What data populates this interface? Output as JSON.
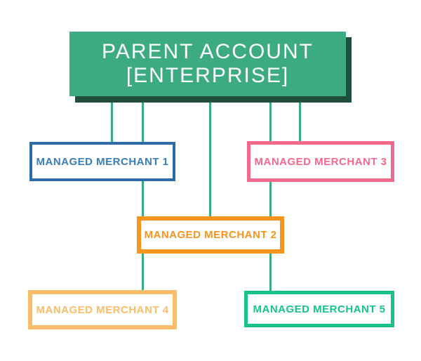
{
  "parent_box": {
    "line1": "PARENT ACCOUNT",
    "line2": "[ENTERPRISE]",
    "fill_color": "#3CAB82",
    "shadow_color": "#1F4E3B",
    "text_color": "#FFFFFF"
  },
  "merchants": [
    {
      "label": "MANAGED MERCHANT 1",
      "border_color": "#2C6CA2",
      "text_color": "#3A7EB8"
    },
    {
      "label": "MANAGED MERCHANT 2",
      "border_color": "#F7941E",
      "text_color": "#F7941E"
    },
    {
      "label": "MANAGED MERCHANT 3",
      "border_color": "#F4698C",
      "text_color": "#F4698C"
    },
    {
      "label": "MANAGED MERCHANT 4",
      "border_color": "#FBBD67",
      "text_color": "#FBBD67"
    },
    {
      "label": "MANAGED MERCHANT 5",
      "border_color": "#16C489",
      "text_color": "#16C489"
    }
  ],
  "connectors": {
    "color": "#3AAA80"
  }
}
